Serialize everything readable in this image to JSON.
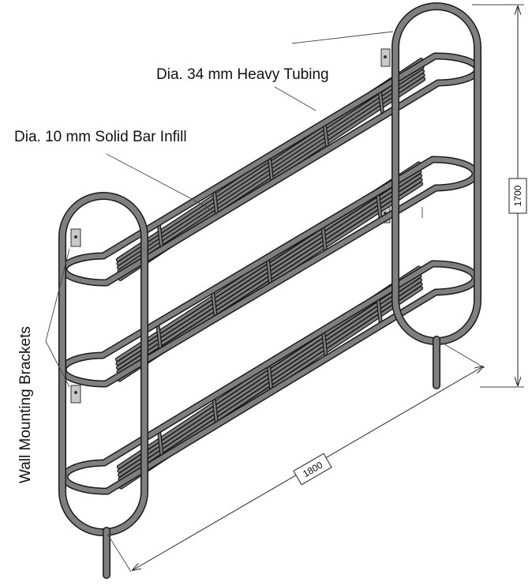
{
  "labels": {
    "heavy_tubing": "Dia. 34 mm Heavy Tubing",
    "solid_bar_infill": "Dia. 10 mm Solid Bar Infill",
    "wall_brackets": "Wall Mounting Brackets"
  },
  "dimensions": {
    "height": "1700",
    "width": "1800"
  },
  "colors": {
    "tube": "#7f7f7f",
    "outline": "#1a1a1a",
    "bracket": "#a0a0a0"
  }
}
